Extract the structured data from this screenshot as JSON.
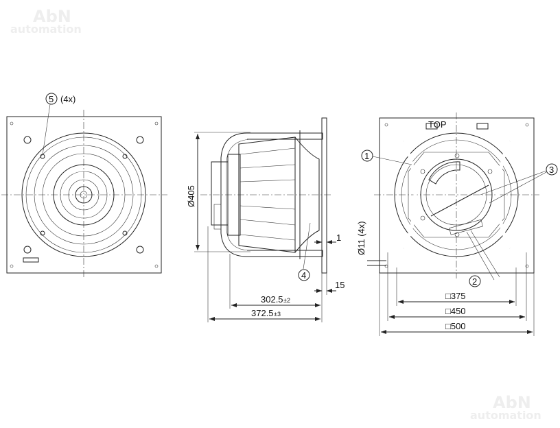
{
  "watermark": {
    "line1": "AbN",
    "line2": "automation"
  },
  "front_view": {
    "callout_5": "5",
    "callout_5_qty": "(4x)"
  },
  "side_view": {
    "diameter_label": "Ø405",
    "callout_4": "4",
    "dim_flange_gap": "1",
    "dim_flange_thickness": "15",
    "dim_depth_1": "302.5",
    "dim_depth_1_tol": "±2",
    "dim_depth_2": "372.5",
    "dim_depth_2_tol": "±3"
  },
  "rear_view": {
    "callout_1": "1",
    "callout_2": "2",
    "callout_3": "3",
    "hole_label": "Ø11 (4x)",
    "top_marker": "TOP",
    "dim_375": "□375",
    "dim_450": "□450",
    "dim_500": "□500"
  }
}
